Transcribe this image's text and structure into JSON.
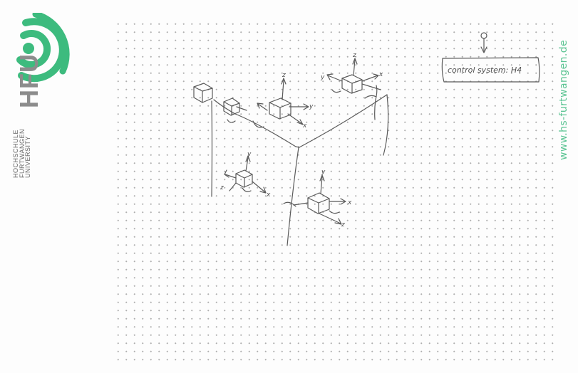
{
  "branding": {
    "logo_letters": "HFU",
    "university_line_1": "HOCHSCHULE",
    "university_line_2": "FURTWANGEN",
    "university_line_3": "UNIVERSITY",
    "website": "www.hs-furtwangen.de",
    "accent_color": "#3dbb7e",
    "gray_color": "#8c8c8c",
    "icon": "wifi-arc-icon"
  },
  "sketch": {
    "note_label": "control system: H4",
    "axis_labels": {
      "x": "x",
      "y": "y",
      "z": "z"
    },
    "icons": [
      "pin-icon",
      "cube-icon",
      "axis-triad-icon",
      "rotation-arrow-icon"
    ]
  }
}
